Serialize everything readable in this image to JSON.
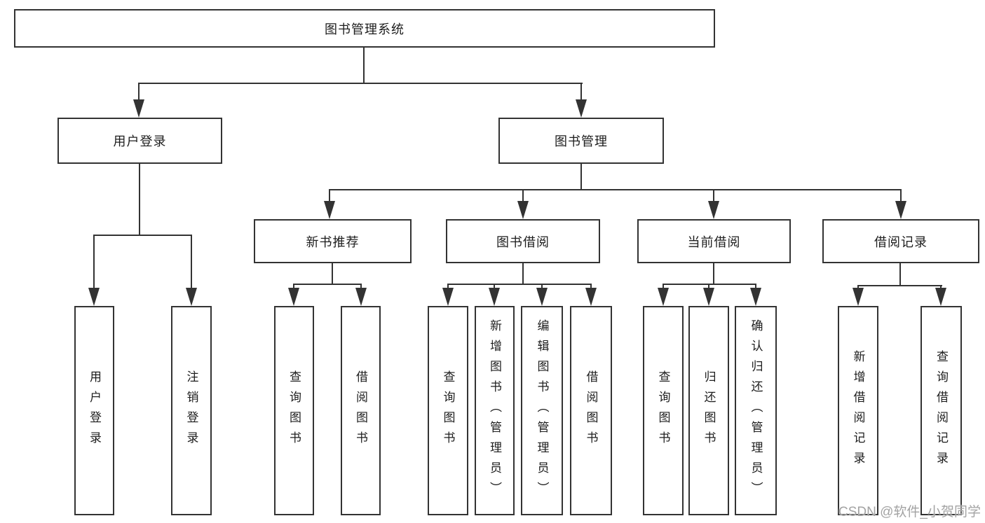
{
  "colors": {
    "line": "#333333",
    "text": "#1d1d1d",
    "watermark": "#a3a3a3",
    "background": "#ffffff"
  },
  "watermark": "CSDN @软件_小贺同学",
  "tree": {
    "root": {
      "label": "图书管理系统"
    },
    "children": [
      {
        "label": "用户登录",
        "children": [
          {
            "label": "用户登录"
          },
          {
            "label": "注销登录"
          }
        ]
      },
      {
        "label": "图书管理",
        "children": [
          {
            "label": "新书推荐",
            "children": [
              {
                "label": "查询图书"
              },
              {
                "label": "借阅图书"
              }
            ]
          },
          {
            "label": "图书借阅",
            "children": [
              {
                "label": "查询图书"
              },
              {
                "label": "新增图书（管理员）"
              },
              {
                "label": "编辑图书（管理员）"
              },
              {
                "label": "借阅图书"
              }
            ]
          },
          {
            "label": "当前借阅",
            "children": [
              {
                "label": "查询图书"
              },
              {
                "label": "归还图书"
              },
              {
                "label": "确认归还（管理员）"
              }
            ]
          },
          {
            "label": "借阅记录",
            "children": [
              {
                "label": "新增借阅记录"
              },
              {
                "label": "查询借阅记录"
              }
            ]
          }
        ]
      }
    ]
  }
}
